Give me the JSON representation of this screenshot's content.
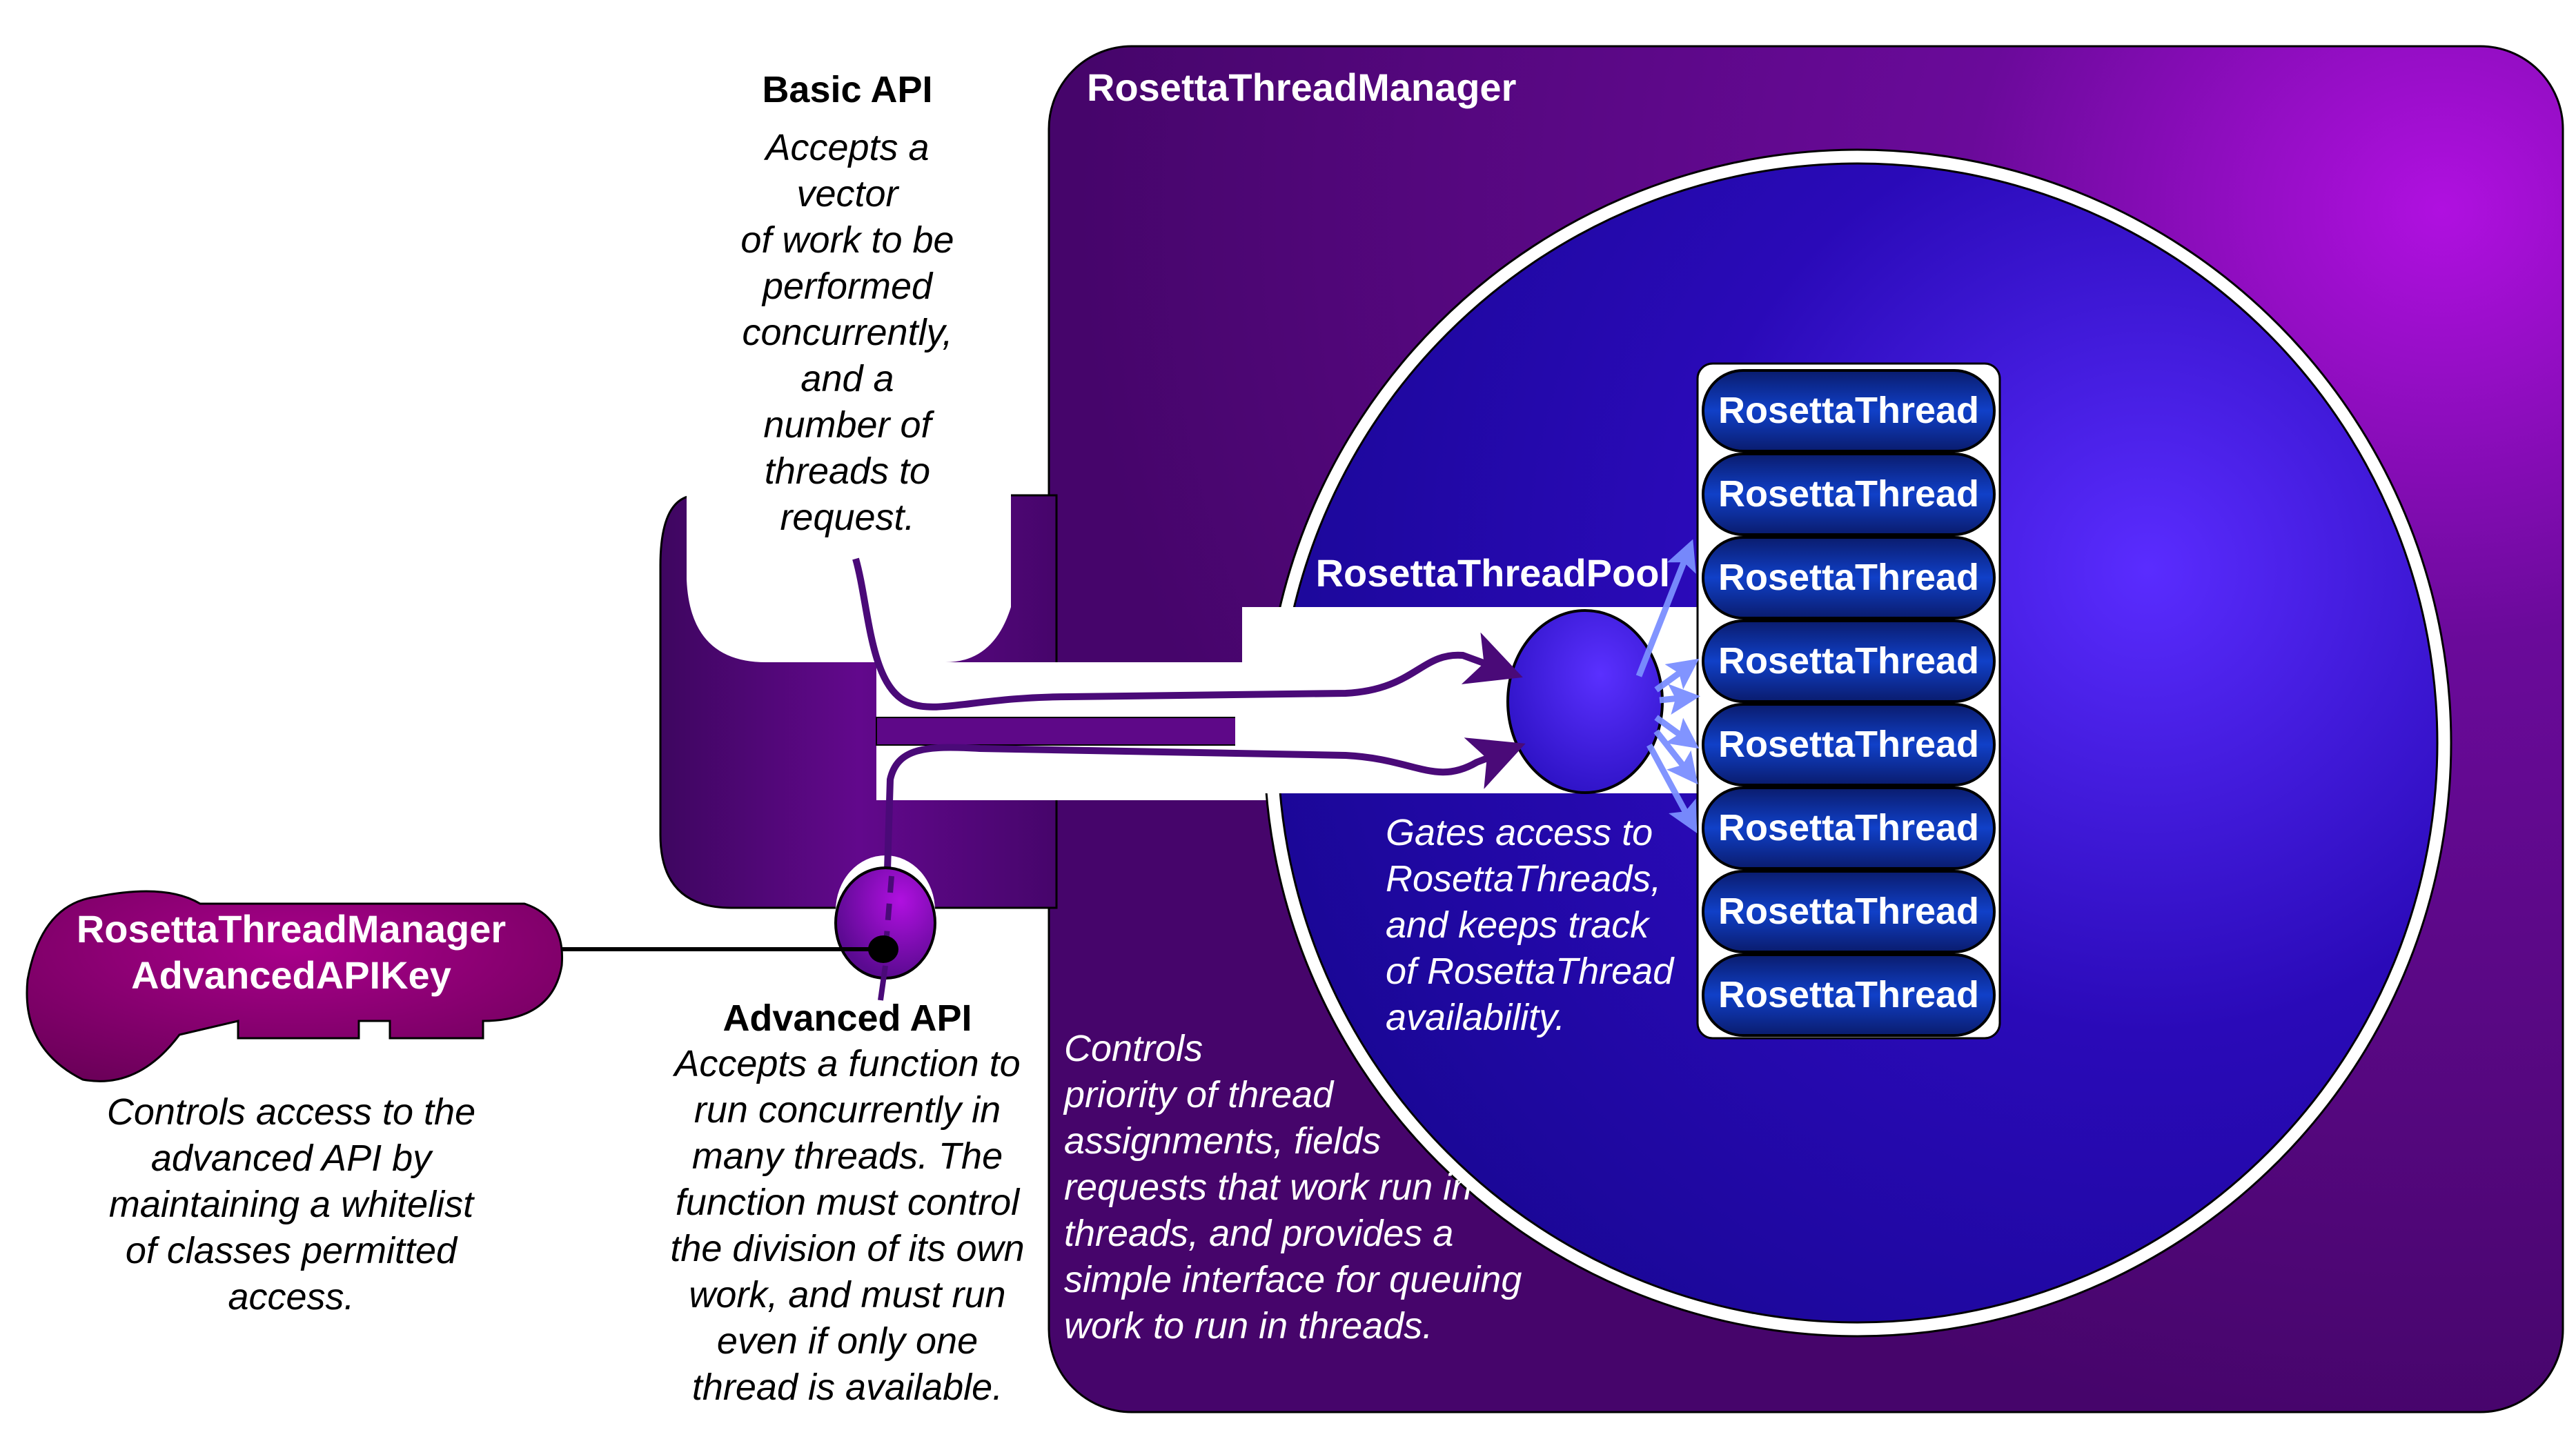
{
  "manager": {
    "title": "RosettaThreadManager",
    "description": [
      "Controls",
      "priority of thread",
      "assignments, fields",
      "requests that work run in",
      "threads, and provides a",
      "simple interface for queuing",
      "work to run in threads."
    ]
  },
  "basic_api": {
    "title": "Basic API",
    "description": [
      "Accepts a",
      "vector",
      "of work to be",
      "performed",
      "concurrently,",
      "and a",
      "number of",
      "threads to",
      "request."
    ]
  },
  "advanced_api": {
    "title": "Advanced API",
    "description": [
      "Accepts a function to",
      "run concurrently in",
      "many threads.  The",
      "function must control",
      "the division of its own",
      "work, and must run",
      "even if only one",
      "thread is available."
    ]
  },
  "key": {
    "title_lines": [
      "RosettaThreadManager",
      "AdvancedAPIKey"
    ],
    "description": [
      "Controls access to the",
      "advanced API by",
      "maintaining a whitelist",
      "of classes permitted",
      "access."
    ]
  },
  "pool": {
    "title": "RosettaThreadPool",
    "description": [
      "Gates access to",
      "RosettaThreads,",
      "and keeps track",
      "of RosettaThread",
      "availability."
    ]
  },
  "threads": [
    "RosettaThread",
    "RosettaThread",
    "RosettaThread",
    "RosettaThread",
    "RosettaThread",
    "RosettaThread",
    "RosettaThread",
    "RosettaThread"
  ],
  "colors": {
    "manager_bg": "#46056b",
    "pool_bg": "#1a0796",
    "thread_fill": "#0b2a8a",
    "key_fill": "#99007a",
    "arrow_purple": "#4a0a78",
    "arrow_light": "#7b8fff"
  }
}
